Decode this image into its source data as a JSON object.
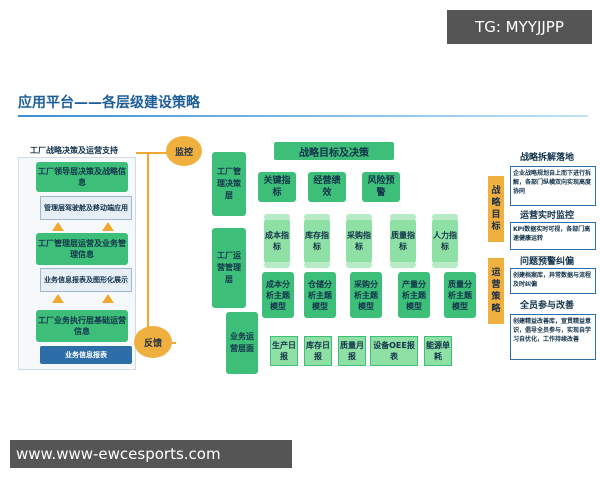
{
  "watermark_top": "TG: MYYJJPP",
  "watermark_bottom": "www.www-ewcesports.com",
  "title": "应用平台——各层级建设策略",
  "left": {
    "header": "工厂战略决策及运营支持",
    "box1": "工厂领导层决策及战略信息",
    "box2": "管理层驾驶舱及移动端应用",
    "box3": "工厂管理层运营及业务管理信息",
    "box4": "业务信息报表及图形化展示",
    "box5": "工厂业务执行层基础运营信息",
    "box6": "业务信息报表"
  },
  "circles": {
    "top": "监控",
    "bottom": "反馈"
  },
  "layers": {
    "decision": "工厂管理决策层",
    "operation": "工厂运营管理层",
    "business": "业务运营层面"
  },
  "strategy_header": "战略目标及决策",
  "top_metrics": [
    "关键指标",
    "经营绩效",
    "风险预警"
  ],
  "kpi_metrics": [
    "成本指标",
    "库存指标",
    "采购指标",
    "质量指标",
    "人力指标"
  ],
  "analysis_models": [
    "成本分析主题模型",
    "仓储分析主题模型",
    "采购分析主题模型",
    "产量分析主题模型",
    "质量分析主题模型"
  ],
  "reports": [
    "生产日报",
    "库存日报",
    "质量月报",
    "设备OEE报表",
    "能源单耗"
  ],
  "right": {
    "tag1": "战略目标",
    "tag2": "运营策略",
    "s1_title": "战略拆解落地",
    "s1_text": "企业战略规划自上而下进行拆解，各部门纵横双向实现高度协同",
    "s2_title": "运营实时监控",
    "s2_text": "KPI数据实时可视，各部门高速健康运转",
    "s3_title": "问题预警纠偏",
    "s3_text": "创建档案库，异常数据与流程及时纠偏",
    "s4_title": "全员参与改善",
    "s4_text": "创建精益改善库，宣贯精益意识，倡导全员参与，实现自学习自优化，工作持续改善"
  },
  "colors": {
    "green": "#3dbf7a",
    "light_green": "#8fe0a5",
    "blue": "#2d6ea8",
    "orange": "#f0b040",
    "title_blue": "#1f5f99"
  }
}
